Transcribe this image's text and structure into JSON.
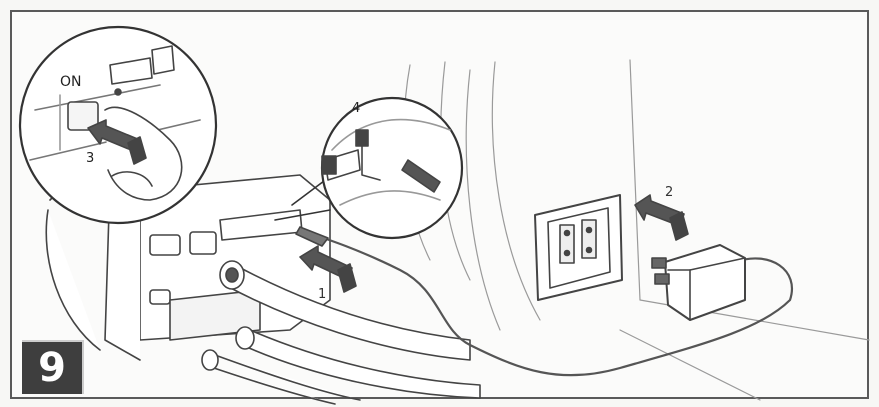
{
  "figure": {
    "step_number": "9",
    "on_label": "ON",
    "callouts": [
      "1",
      "2",
      "3",
      "4"
    ]
  }
}
